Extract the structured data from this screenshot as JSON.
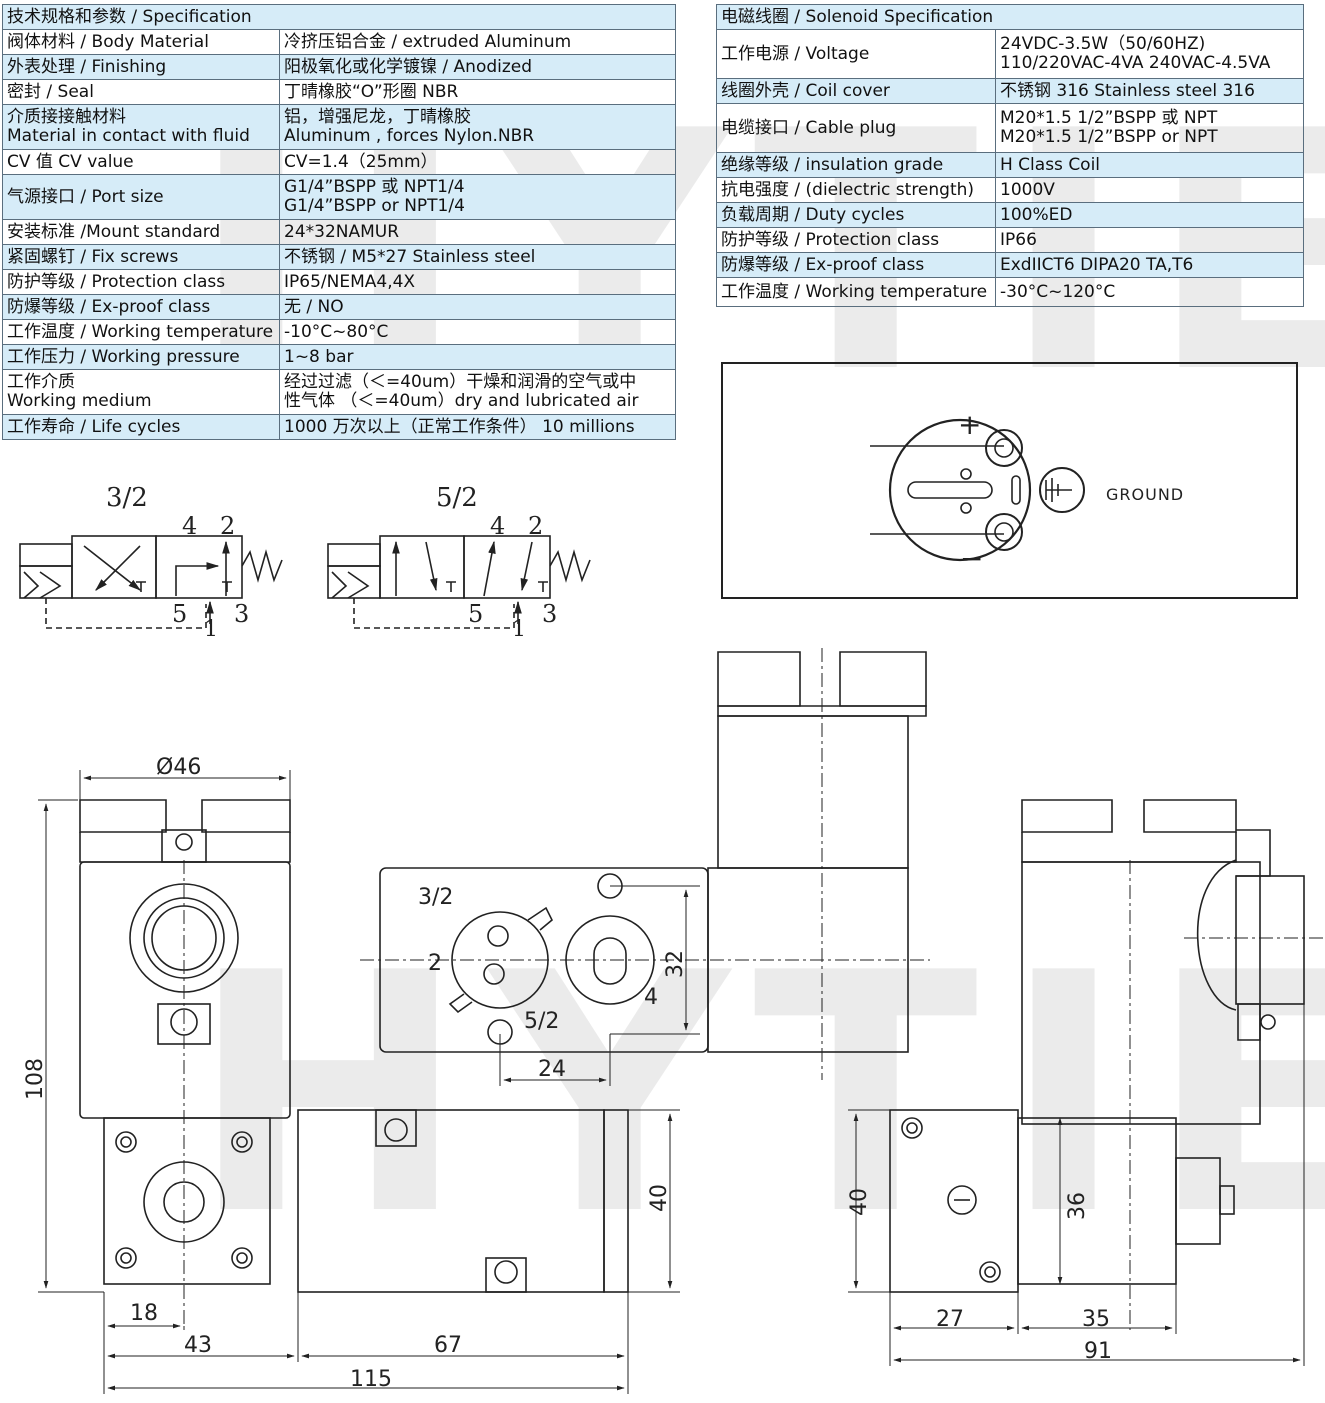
{
  "spec_left": {
    "header": "技术规格和参数 / Specification",
    "rows": [
      {
        "label": " 阀体材料 /  Body Material",
        "value": "冷挤压铝合金 / extruded Aluminum"
      },
      {
        "label": "外表处理 / Finishing",
        "value": "阳极氧化或化学镀镍 / Anodized"
      },
      {
        "label": "密封 / Seal",
        "value": "丁晴橡胶“O”形圈 NBR"
      },
      {
        "label": "介质接接触材料\nMaterial in contact with fluid",
        "value": "铝，增强尼龙，丁晴橡胶\nAluminum , forces Nylon.NBR"
      },
      {
        "label": "CV 值 CV value",
        "value": "CV=1.4（25mm）"
      },
      {
        "label": "气源接口 / Port  size",
        "value": "G1/4”BSPP 或 NPT1/4\nG1/4”BSPP or NPT1/4"
      },
      {
        "label": "安装标准 /Mount  standard",
        "value": "24*32NAMUR"
      },
      {
        "label": "紧固螺钉 / Fix screws",
        "value": "不锈钢 / M5*27 Stainless steel"
      },
      {
        "label": "防护等级 / Protection class",
        "value": "IP65/NEMA4,4X"
      },
      {
        "label": "防爆等级 / Ex-proof class",
        "value": "无 / NO"
      },
      {
        "label": "工作温度 / Working temperature",
        "value": "-10°C~80°C"
      },
      {
        "label": "工作压力 / Working pressure",
        "value": "1~8 bar"
      },
      {
        "label": "工作介质\nWorking medium",
        "value": "经过过滤（＜=40um）干燥和润滑的空气或中\n性气体  （＜=40um）dry and lubricated air"
      },
      {
        "label": "工作寿命 / Life cycles",
        "value": "1000 万次以上（正常工作条件） 10 millions"
      }
    ]
  },
  "spec_right": {
    "header": "电磁线圈 / Solenoid Specification",
    "rows": [
      {
        "label": "工作电源 / Voltage",
        "value": "24VDC-3.5W（50/60HZ)\n110/220VAC-4VA 240VAC-4.5VA"
      },
      {
        "label": "线圈外壳 / Coil cover",
        "value": "不锈钢 316  Stainless steel 316"
      },
      {
        "label": "电缆接口 / Cable plug",
        "value": "M20*1.5 1/2”BSPP 或 NPT\nM20*1.5 1/2”BSPP or  NPT"
      },
      {
        "label": "绝缘等级 / insulation grade",
        "value": "H Class Coil"
      },
      {
        "label": "抗电强度 / (dielectric strength)",
        "value": "1000V"
      },
      {
        "label": "负载周期 / Duty cycles",
        "value": "100%ED"
      },
      {
        "label": "防护等级 / Protection class",
        "value": "IP66"
      },
      {
        "label": "防爆等级 / Ex-proof class",
        "value": "ExdIICT6 DIPA20 TA,T6"
      },
      {
        "label": "工作温度 / Working temperature",
        "value": "-30°C~120°C"
      }
    ]
  },
  "watermark": "HYTIE",
  "schematics": {
    "s32": {
      "title": "3/2",
      "p4": "4",
      "p2": "2",
      "p5": "5",
      "p1": "1",
      "p3": "3"
    },
    "s52": {
      "title": "5/2",
      "p4": "4",
      "p2": "2",
      "p5": "5",
      "p1": "1",
      "p3": "3"
    }
  },
  "connector": {
    "ground_label": "GROUND",
    "plus": "+",
    "minus": "−"
  },
  "dimensions": {
    "d46": "Ø46",
    "d108": "108",
    "d18": "18",
    "d43": "43",
    "d67": "67",
    "d115": "115",
    "d40a": "40",
    "d32": "32",
    "d24": "24",
    "face_32": "3/2",
    "face_52": "5/2",
    "face_2": "2",
    "face_4": "4",
    "d40b": "40",
    "d36": "36",
    "d27": "27",
    "d35": "35",
    "d91": "91"
  }
}
